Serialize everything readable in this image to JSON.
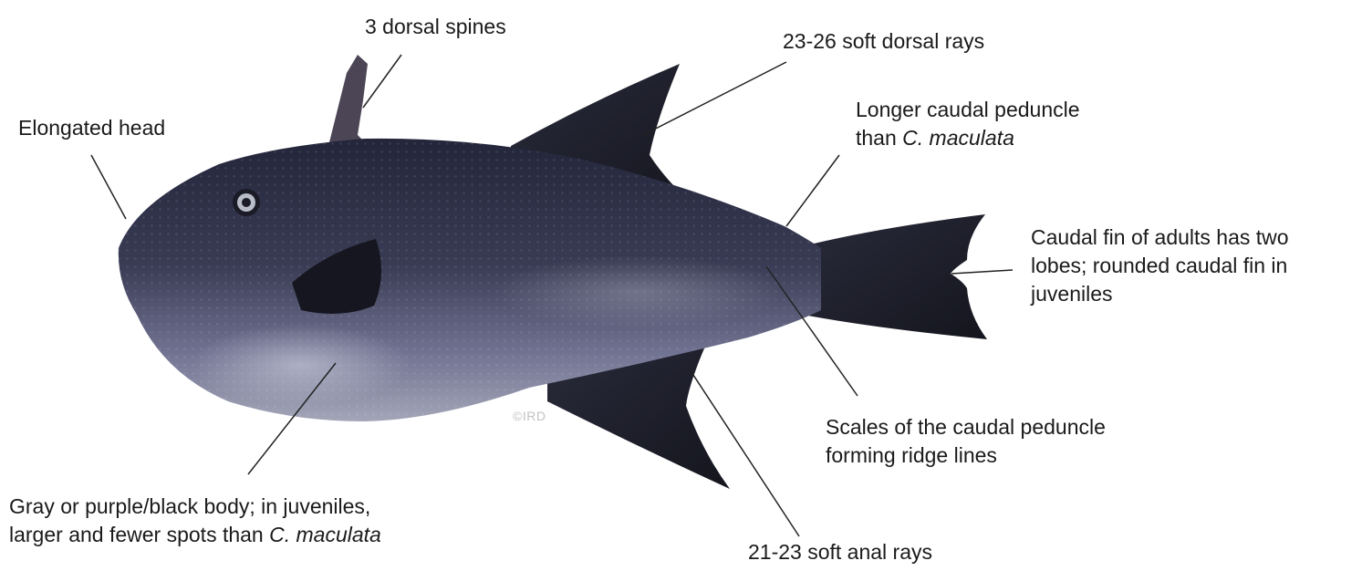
{
  "labels": {
    "dorsal_spines": "3 dorsal spines",
    "soft_dorsal_rays": "23-26 soft dorsal rays",
    "elongated_head": "Elongated head",
    "caudal_peduncle_line1": "Longer caudal peduncle",
    "caudal_peduncle_line2_prefix": "than ",
    "caudal_peduncle_line2_species": "C. maculata",
    "caudal_fin_line1": "Caudal fin of adults has two",
    "caudal_fin_line2": "lobes; rounded caudal fin in",
    "caudal_fin_line3": "juveniles",
    "scales_line1": "Scales of the caudal peduncle",
    "scales_line2": "forming ridge lines",
    "body_line1": "Gray or purple/black body; in juveniles,",
    "body_line2_prefix": "larger and fewer spots than ",
    "body_line2_species": "C. maculata",
    "soft_anal_rays": "21-23 soft anal rays"
  },
  "watermark": "©IRD",
  "colors": {
    "fish_dark": "#26283a",
    "fish_belly": "#8e90a6",
    "fin": "#1b1c27",
    "leader_line": "#222222",
    "text": "#1a1a1a"
  }
}
